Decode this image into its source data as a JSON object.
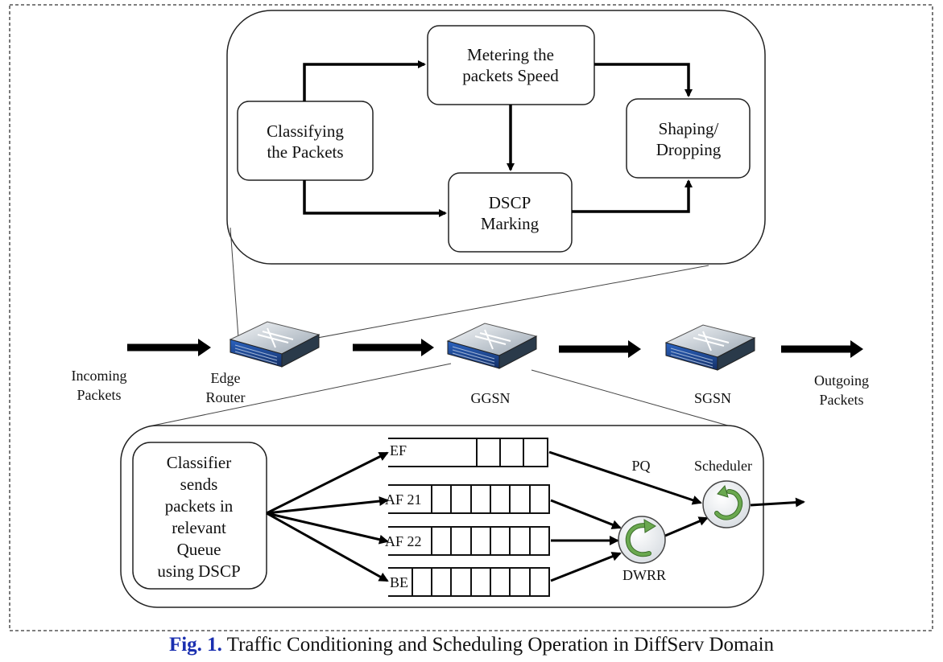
{
  "top_panel": {
    "classify": [
      "Classifying",
      "the Packets"
    ],
    "meter": [
      "Metering the",
      "packets Speed"
    ],
    "mark": [
      "DSCP",
      "Marking"
    ],
    "shape": [
      "Shaping/",
      "Dropping"
    ]
  },
  "flow": {
    "incoming": [
      "Incoming",
      "Packets"
    ],
    "edge_router": [
      "Edge",
      "Router"
    ],
    "ggsn": "GGSN",
    "sgsn": "SGSN",
    "outgoing": [
      "Outgoing",
      "Packets"
    ]
  },
  "bottom_panel": {
    "classifier": [
      "Classifier",
      "sends",
      "packets in",
      "relevant",
      "Queue",
      "using DSCP"
    ],
    "queues": [
      "EF",
      "AF 21",
      "AF 22",
      "BE"
    ],
    "pq": "PQ",
    "scheduler": "Scheduler",
    "dwrr": "DWRR"
  },
  "caption": {
    "fig": "Fig. 1.",
    "text": "Traffic Conditioning and Scheduling Operation in DiffServ Domain"
  },
  "colors": {
    "caption_fig": "#1a2fb0",
    "router_body": "#2a3a4a",
    "router_front": "#1f4fa0",
    "scheduler_arrow": "#6aa84f"
  }
}
